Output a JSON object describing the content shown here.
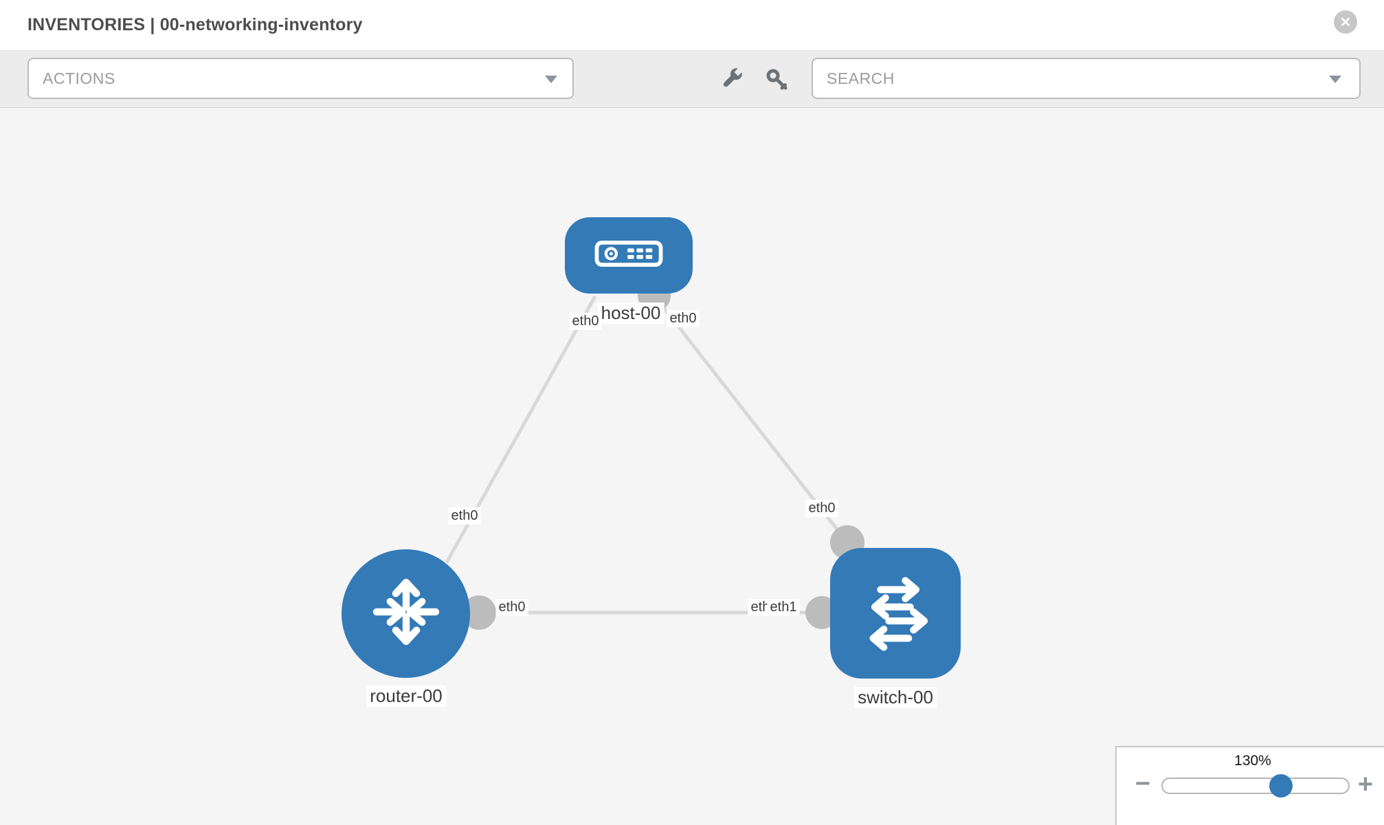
{
  "header": {
    "title": "INVENTORIES | 00-networking-inventory",
    "close_glyph": "✕"
  },
  "toolbar": {
    "actions_label": "ACTIONS",
    "search_label": "SEARCH"
  },
  "topology": {
    "nodes": [
      {
        "type": "host",
        "label": "host-00"
      },
      {
        "type": "router",
        "label": "router-00"
      },
      {
        "type": "switch",
        "label": "switch-00"
      }
    ],
    "interface_labels": [
      {
        "text": "eth0",
        "location": "host-left"
      },
      {
        "text": "eth0",
        "location": "host-right"
      },
      {
        "text": "eth0",
        "location": "router-to-host-link"
      },
      {
        "text": "eth0",
        "location": "switch-to-host-link"
      },
      {
        "text": "eth0",
        "location": "router-to-switch-link-left"
      },
      {
        "text": "eth0",
        "location": "router-to-switch-link-right-under"
      },
      {
        "text": "eth1",
        "location": "router-to-switch-link-right"
      }
    ]
  },
  "zoom_panel": {
    "level": "130%",
    "zoom_out_glyph": "−",
    "zoom_in_glyph": "+"
  },
  "colors": {
    "node_blue": "#337ab7",
    "link_gray": "#d8d8d8",
    "connector_gray": "#bcbcbc",
    "toolbar_gray": "#ececec",
    "canvas_gray": "#f5f5f6"
  }
}
